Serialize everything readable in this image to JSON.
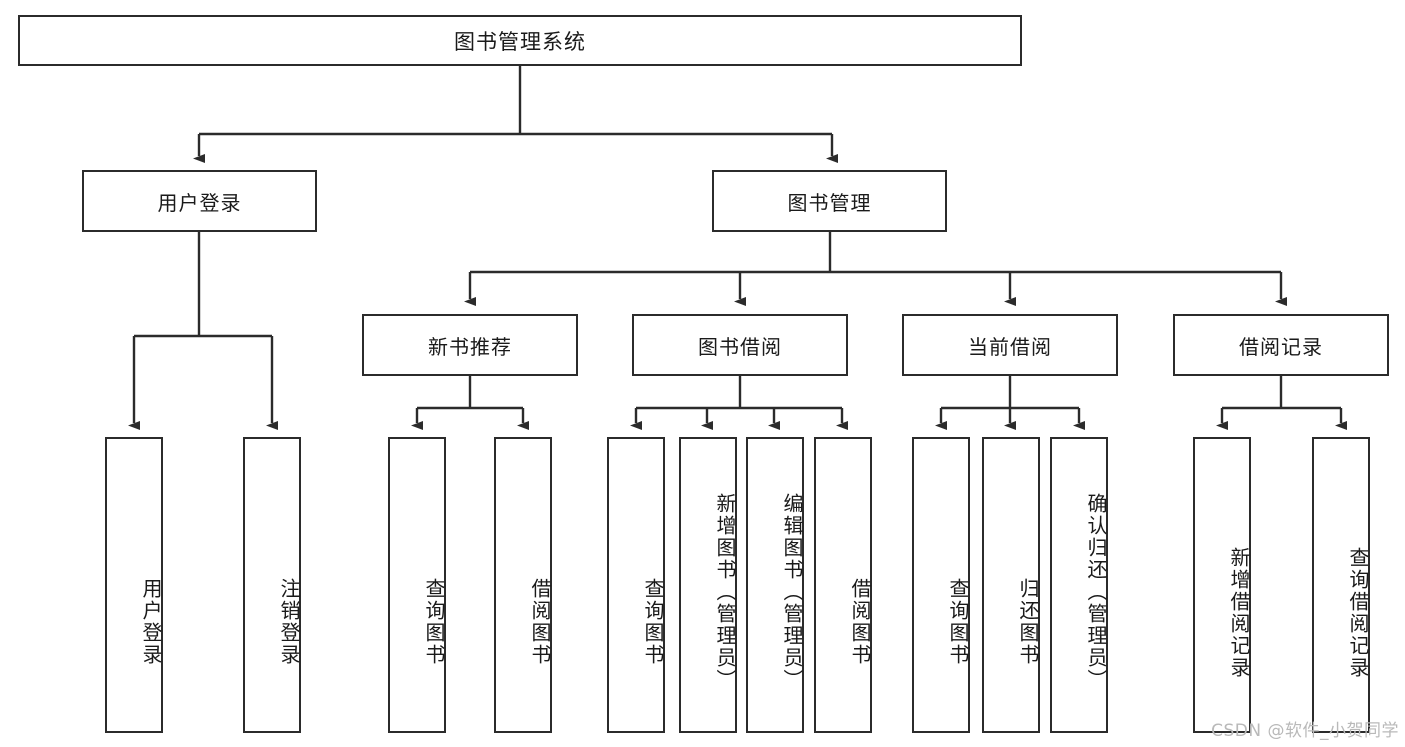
{
  "diagram": {
    "title": "图书管理系统",
    "type": "tree",
    "watermark": "CSDN @软件_小贺同学",
    "colors": {
      "box_border": "#2b2b2b",
      "box_fill": "#ffffff",
      "connector": "#2b2b2b",
      "background": "#ffffff",
      "watermark": "#b9b9b9"
    },
    "root": {
      "label": "图书管理系统"
    },
    "level2": [
      {
        "label": "用户登录"
      },
      {
        "label": "图书管理"
      }
    ],
    "level3": [
      {
        "label": "新书推荐"
      },
      {
        "label": "图书借阅"
      },
      {
        "label": "当前借阅"
      },
      {
        "label": "借阅记录"
      }
    ],
    "leaves": {
      "user_login": [
        {
          "label": "用户登录"
        },
        {
          "label": "注销登录"
        }
      ],
      "new_book_recommend": [
        {
          "label": "查询图书"
        },
        {
          "label": "借阅图书"
        }
      ],
      "book_borrow": [
        {
          "label": "查询图书"
        },
        {
          "label": "新增图书（管理员）"
        },
        {
          "label": "编辑图书（管理员）"
        },
        {
          "label": "借阅图书"
        }
      ],
      "current_borrow": [
        {
          "label": "查询图书"
        },
        {
          "label": "归还图书"
        },
        {
          "label": "确认归还（管理员）"
        }
      ],
      "borrow_record": [
        {
          "label": "新增借阅记录"
        },
        {
          "label": "查询借阅记录"
        }
      ]
    }
  }
}
